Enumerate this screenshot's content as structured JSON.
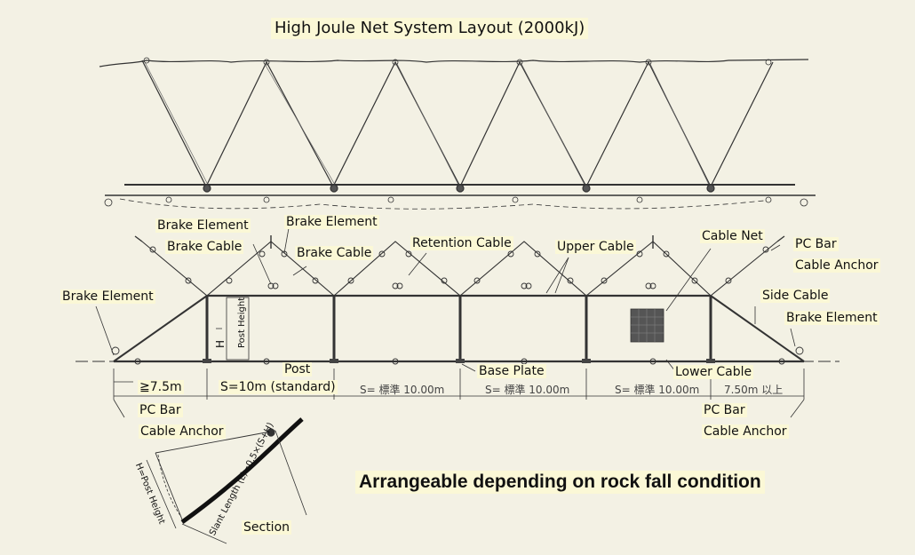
{
  "title": "High Joule Net System Layout (2000kJ)",
  "note": "Arrangeable depending on rock fall condition",
  "labels": {
    "brake_element_1": "Brake Element",
    "brake_cable_1": "Brake Cable",
    "brake_element_2": "Brake Element",
    "brake_cable_2": "Brake Cable",
    "retention_cable": "Retention Cable",
    "upper_cable": "Upper Cable",
    "cable_net": "Cable Net",
    "pc_bar_top": "PC Bar",
    "cable_anchor_top": "Cable Anchor",
    "brake_element_left": "Brake Element",
    "side_cable": "Side Cable",
    "brake_element_right": "Brake Element",
    "post": "Post",
    "base_plate": "Base Plate",
    "lower_cable": "Lower Cable",
    "post_height": "Post Height",
    "h_symbol": "H",
    "pc_bar_left": "PC Bar",
    "cable_anchor_left": "Cable Anchor",
    "pc_bar_right": "PC Bar",
    "cable_anchor_right": "Cable Anchor",
    "section": "Section",
    "section_h": "H=Post Height",
    "section_l": "Slant Length (L)=0.5×(S+H)"
  },
  "dimensions": {
    "end_min": "≧7.5m",
    "span_standard": "S=10m (standard)",
    "span_jp_1": "S= 標準 10.00m",
    "span_jp_2": "S= 標準 10.00m",
    "span_jp_3": "S= 標準 10.00m",
    "end_jp": "7.50m 以上"
  }
}
